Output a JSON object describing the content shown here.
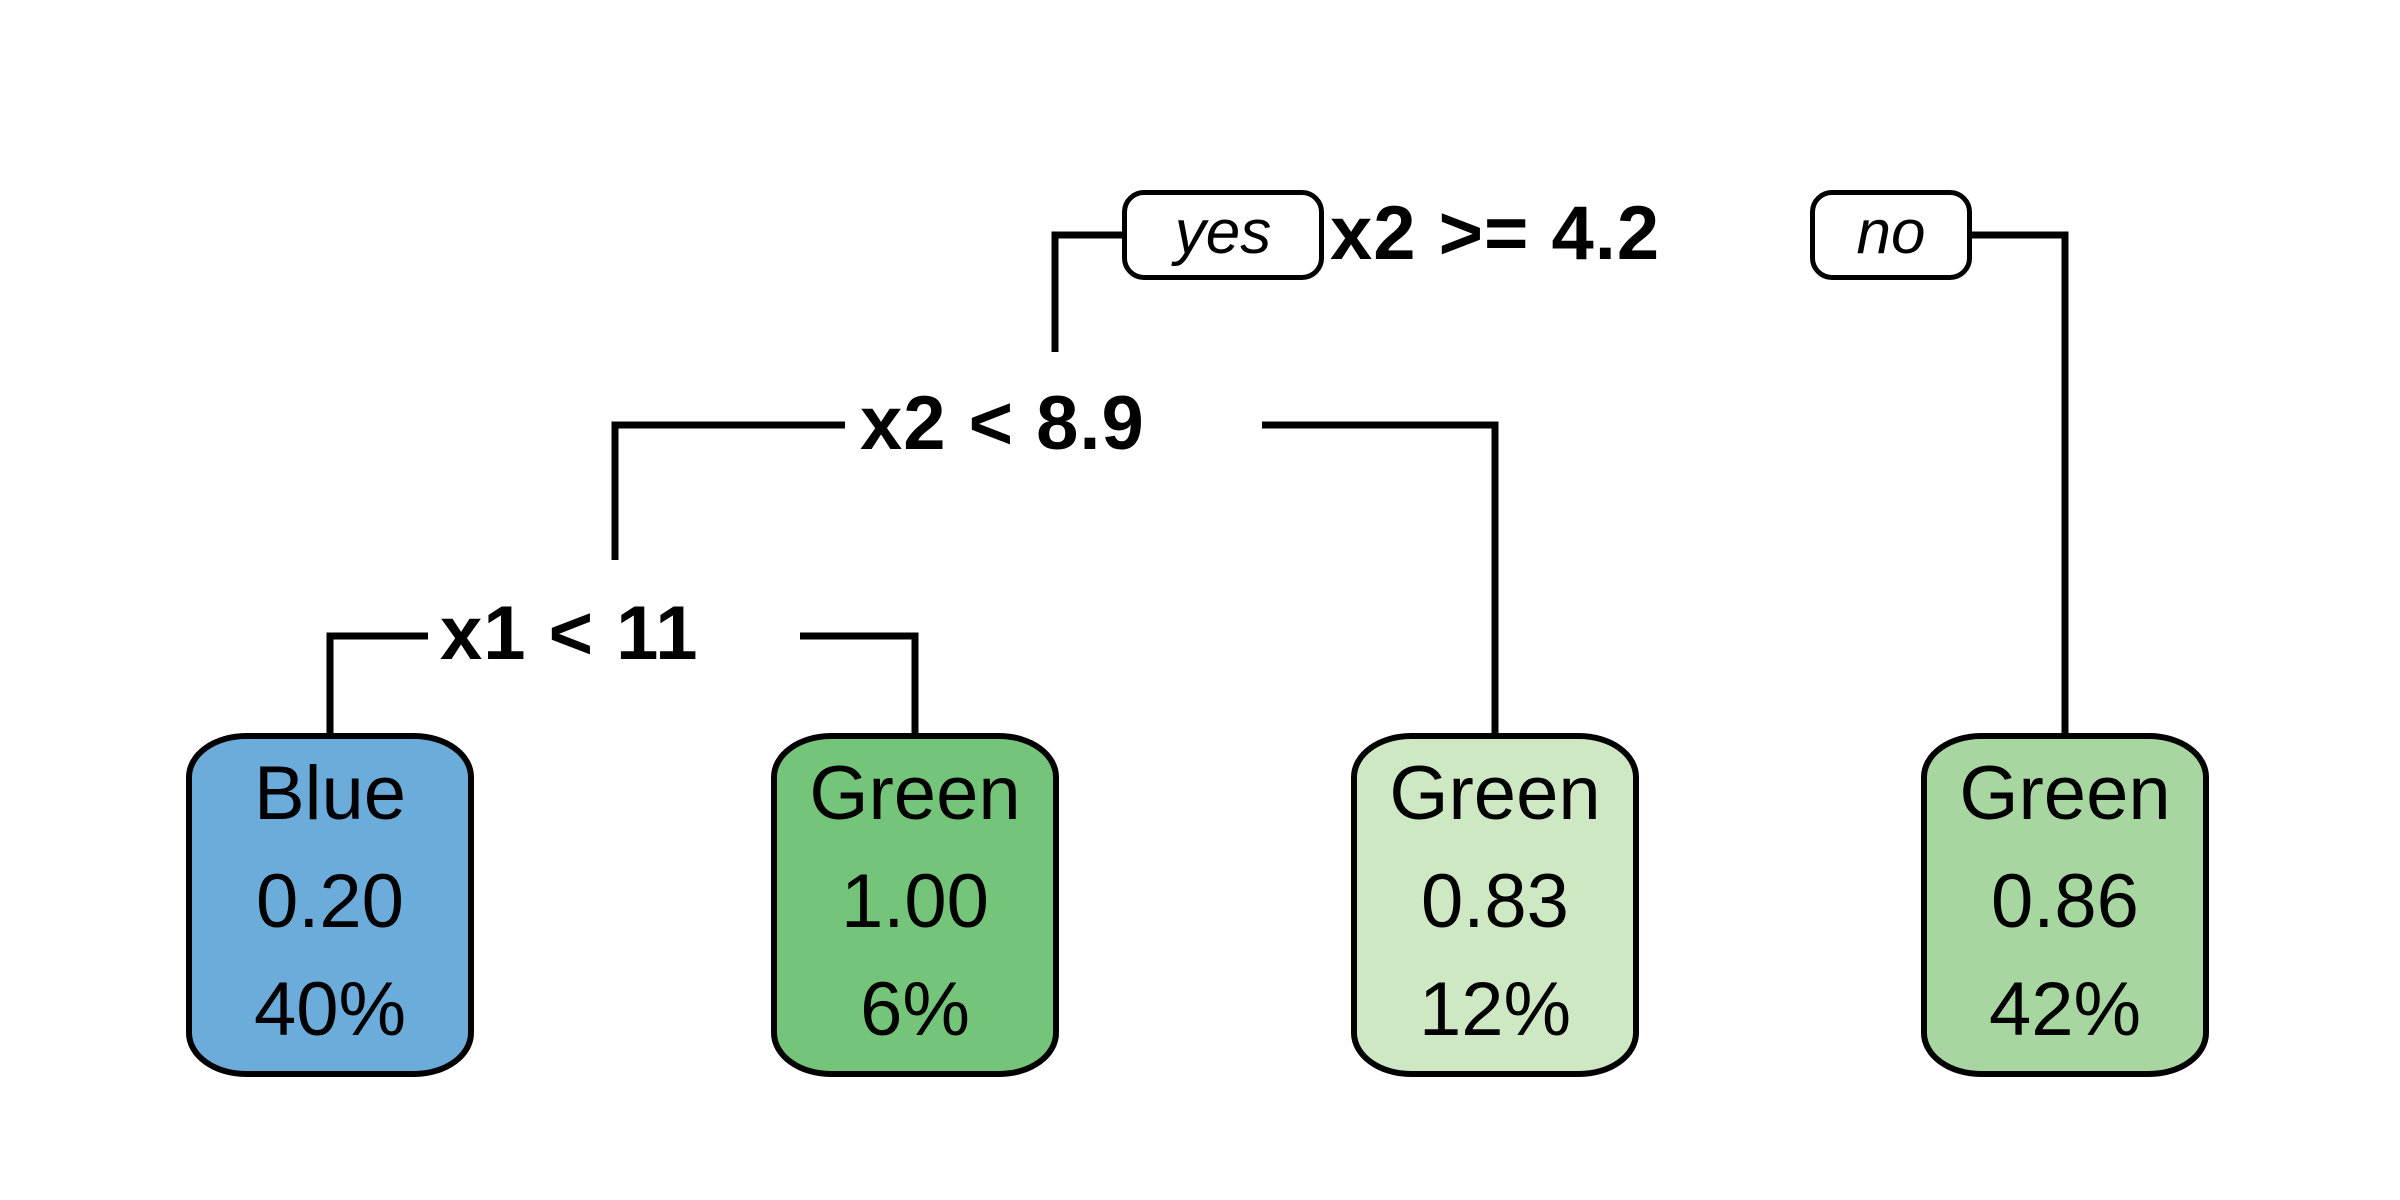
{
  "chart_data": {
    "type": "diagram",
    "subtype": "decision-tree",
    "title": "",
    "root_yes_label": "yes",
    "root_no_label": "no",
    "splits": [
      {
        "id": "root",
        "label": "x2 >= 4.2",
        "variable": "x2",
        "operator": ">=",
        "threshold": 4.2,
        "depth": 0
      },
      {
        "id": "l1",
        "label": "x2 < 8.9",
        "variable": "x2",
        "operator": "<",
        "threshold": 8.9,
        "depth": 1
      },
      {
        "id": "l2",
        "label": "x1 < 11",
        "variable": "x1",
        "operator": "<",
        "threshold": 11,
        "depth": 2
      }
    ],
    "leaves": [
      {
        "id": "leaf1",
        "class_label": "Blue",
        "probability": "0.20",
        "percent": "40%",
        "fill": "#6BACDB"
      },
      {
        "id": "leaf2",
        "class_label": "Green",
        "probability": "1.00",
        "percent": "6%",
        "fill": "#74C579"
      },
      {
        "id": "leaf3",
        "class_label": "Green",
        "probability": "0.83",
        "percent": "12%",
        "fill": "#CDE8C2"
      },
      {
        "id": "leaf4",
        "class_label": "Green",
        "probability": "0.86",
        "percent": "42%",
        "fill": "#A8D6A0"
      }
    ],
    "colors": {
      "stroke": "#000000",
      "background": "#ffffff",
      "blue_leaf": "#6BACDB",
      "green_leaf_dark": "#74C579",
      "green_leaf_light": "#CDE8C2",
      "green_leaf_mid": "#A8D6A0"
    }
  },
  "tree": {
    "root": {
      "split_label": "x2 >= 4.2",
      "yes_label": "yes",
      "no_label": "no"
    },
    "level1": {
      "split_label": "x2 < 8.9"
    },
    "level2": {
      "split_label": "x1 < 11"
    },
    "leaves": [
      {
        "class_label": "Blue",
        "probability": "0.20",
        "percent": "40%"
      },
      {
        "class_label": "Green",
        "probability": "1.00",
        "percent": "6%"
      },
      {
        "class_label": "Green",
        "probability": "0.83",
        "percent": "12%"
      },
      {
        "class_label": "Green",
        "probability": "0.86",
        "percent": "42%"
      }
    ]
  }
}
